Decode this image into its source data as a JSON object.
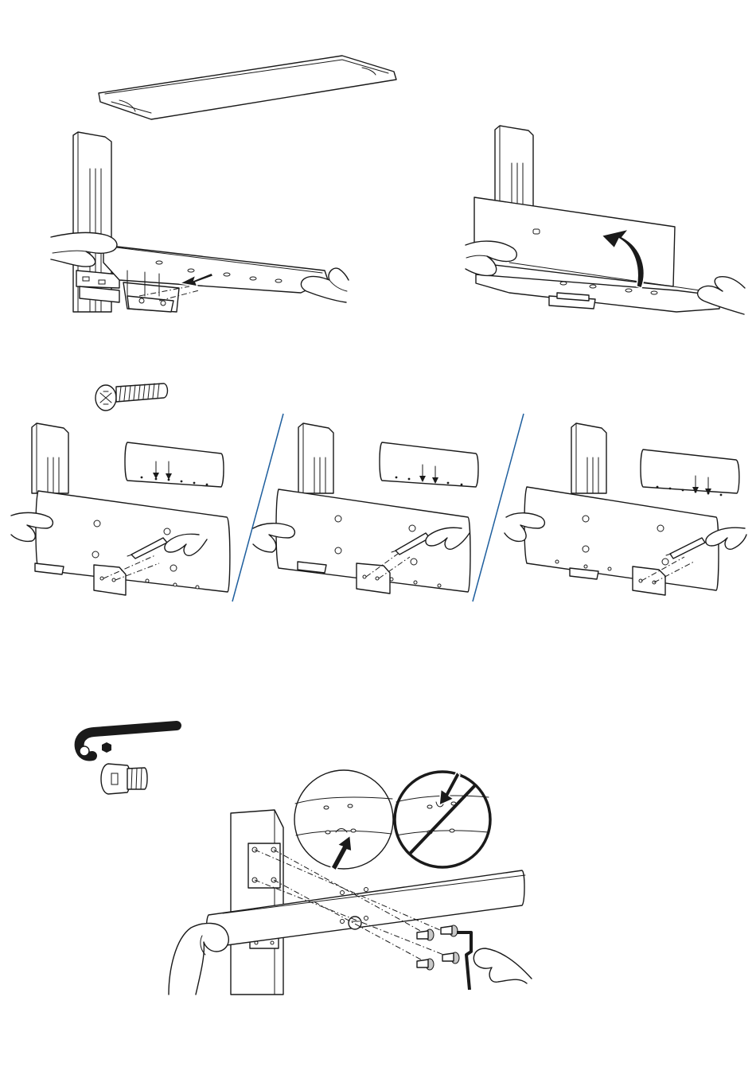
{
  "colors": {
    "line": "#1a1a1a",
    "divider": "#1f5f9e",
    "screw_fill": "#c8c8c8",
    "background": "#ffffff"
  },
  "icons": [
    "phillips-screw-icon",
    "hex-key-icon",
    "hex-socket-icon",
    "button-head-bolt-icon",
    "direction-arrow-icon",
    "prohibited-circle-icon"
  ],
  "panels": [
    "step-slide-shelf",
    "step-tilt-shelf",
    "step-screw-position-1",
    "step-screw-position-2",
    "step-screw-position-3",
    "step-bolt-arm-to-column"
  ]
}
